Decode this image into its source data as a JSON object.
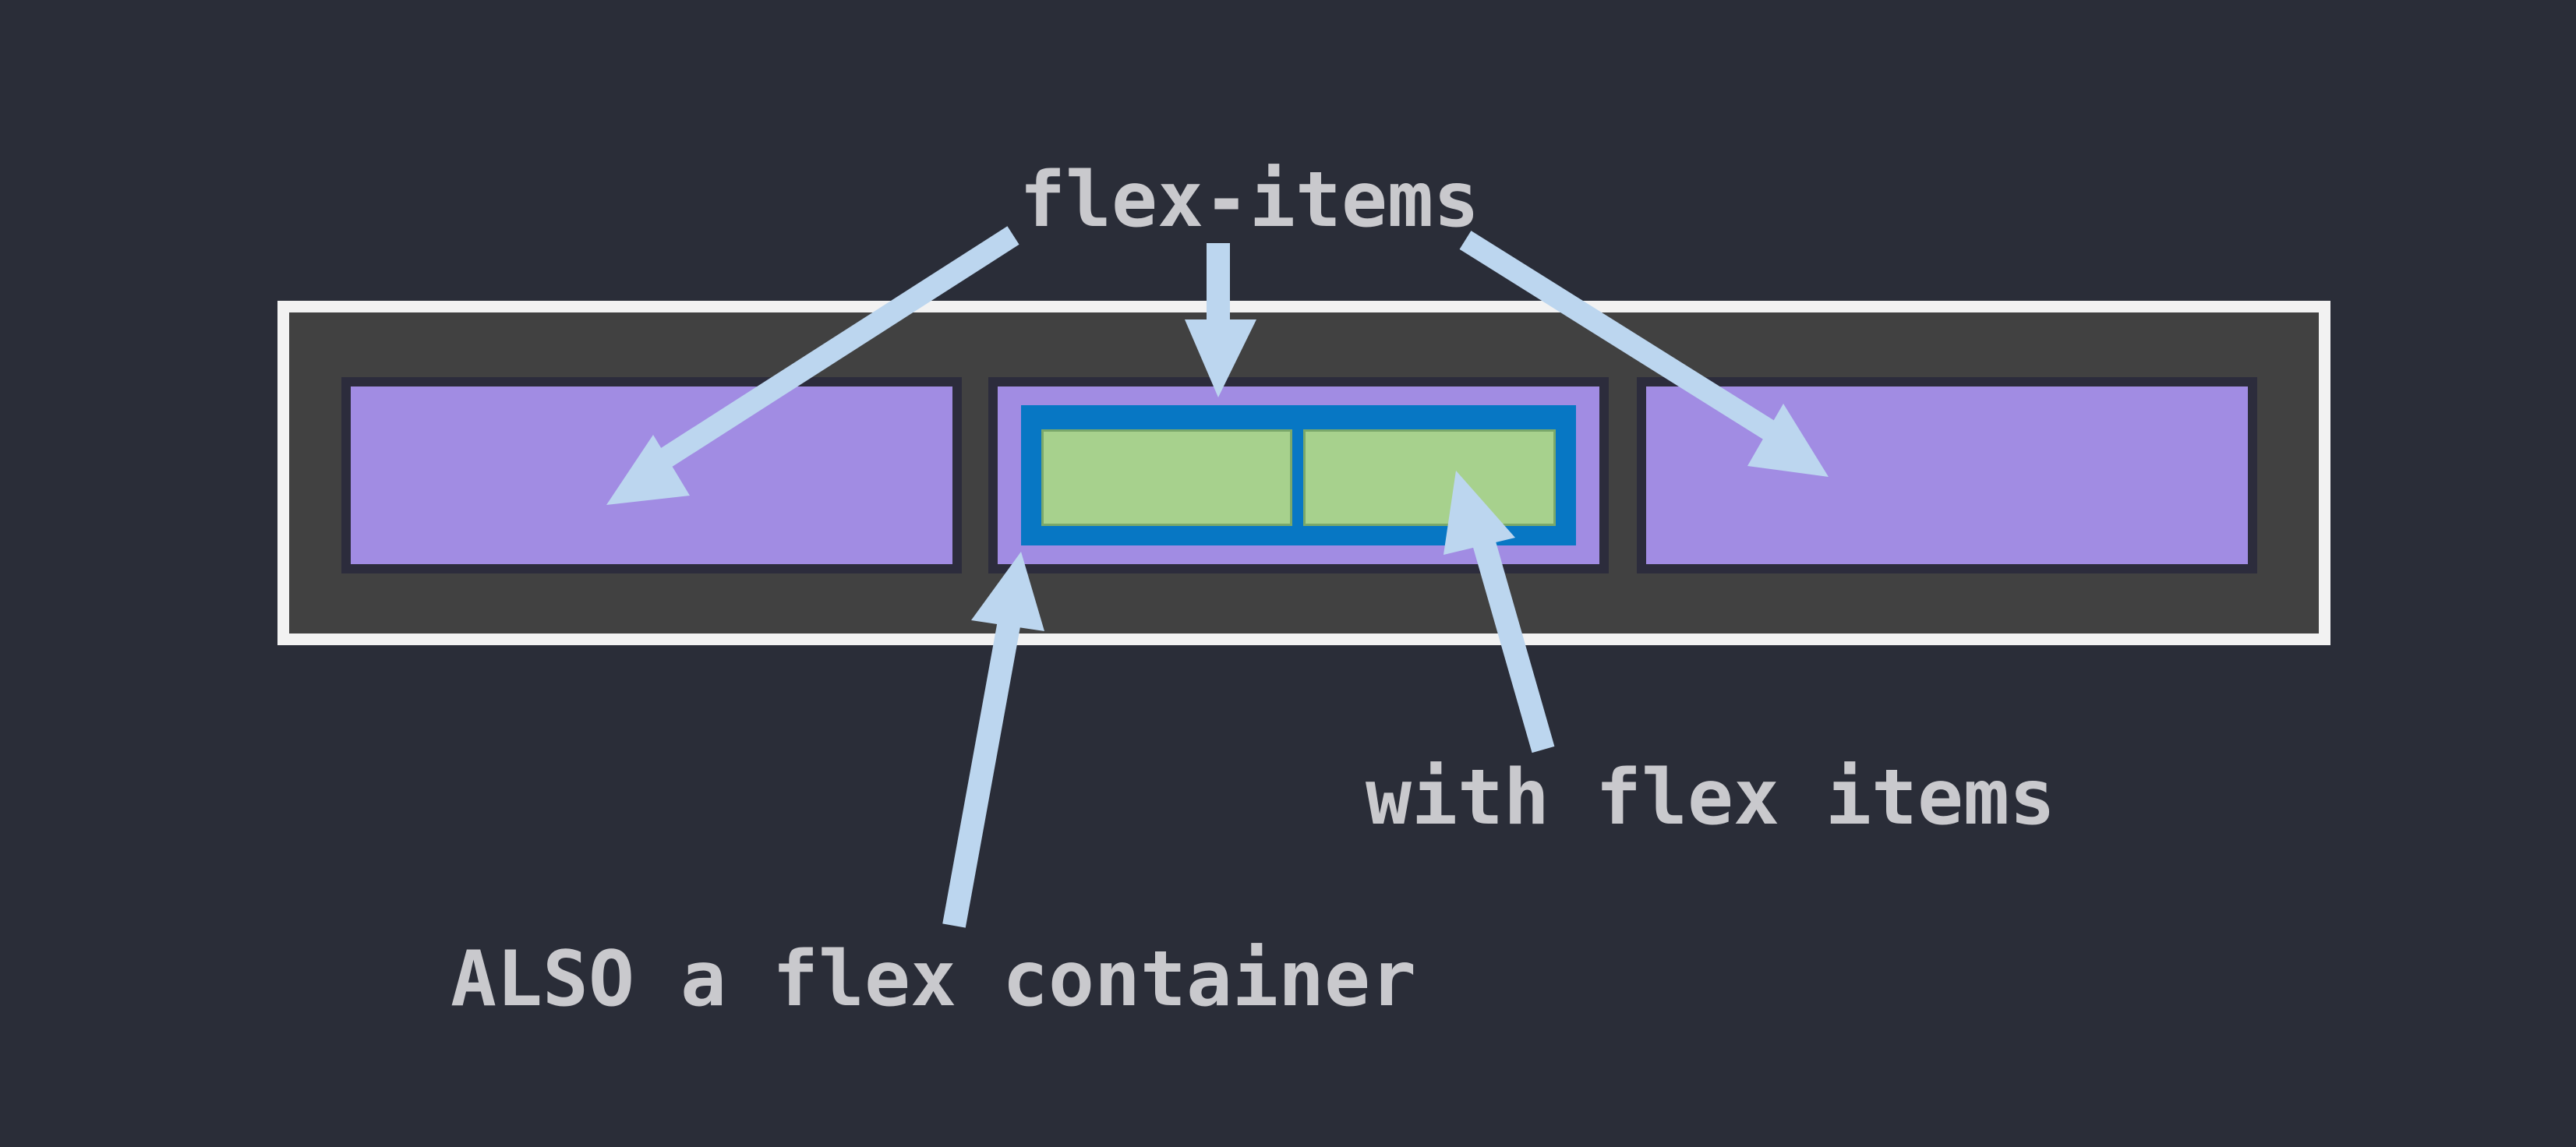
{
  "labels": {
    "top": "flex-items",
    "with_flex_items": "with flex items",
    "also_flex_container": "ALSO a flex container"
  },
  "colors": {
    "background": "#2a2d38",
    "outer_container_fill": "#414141",
    "outer_container_border": "#f2f2f2",
    "flex_item": "#a18ce3",
    "inner_container": "#0777c4",
    "inner_item": "#a7d18d",
    "arrow": "#bcd6ef",
    "text": "#c9c9cd"
  }
}
